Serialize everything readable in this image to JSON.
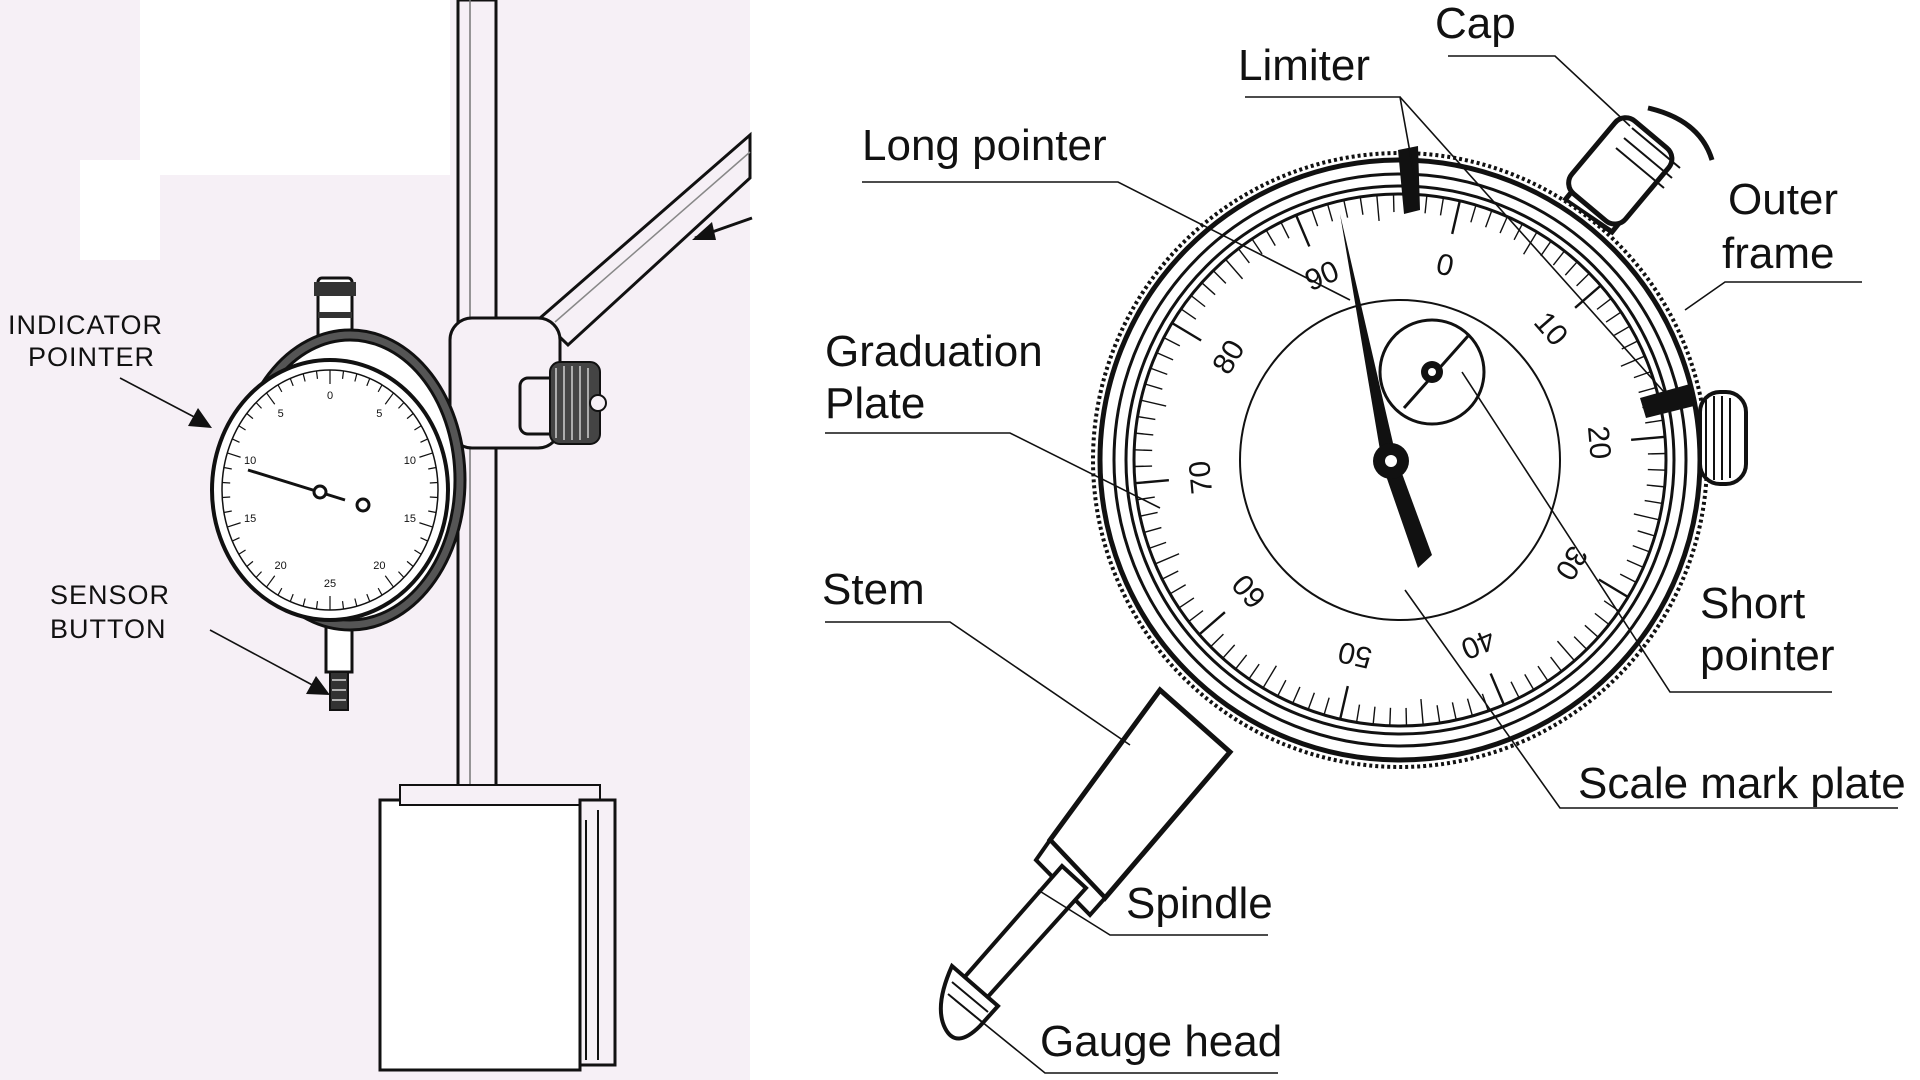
{
  "left_labels": {
    "indicator_pointer": [
      "INDICATOR",
      "POINTER"
    ],
    "sensor_button": [
      "SENSOR",
      "BUTTON"
    ]
  },
  "right_labels": {
    "cap": "Cap",
    "limiter": "Limiter",
    "long_pointer": "Long pointer",
    "outer_frame": [
      "Outer",
      "frame"
    ],
    "graduation_plate": [
      "Graduation",
      "Plate"
    ],
    "stem": "Stem",
    "short_pointer": [
      "Short",
      "pointer"
    ],
    "scale_mark_plate": "Scale mark plate",
    "spindle": "Spindle",
    "gauge_head": "Gauge head"
  },
  "dial_numbers": [
    "0",
    "10",
    "20",
    "30",
    "40",
    "50",
    "60",
    "70",
    "80",
    "90"
  ],
  "small_dial_numbers": [
    "0",
    "5",
    "10",
    "15",
    "20",
    "25",
    "20",
    "15",
    "10",
    "5"
  ]
}
